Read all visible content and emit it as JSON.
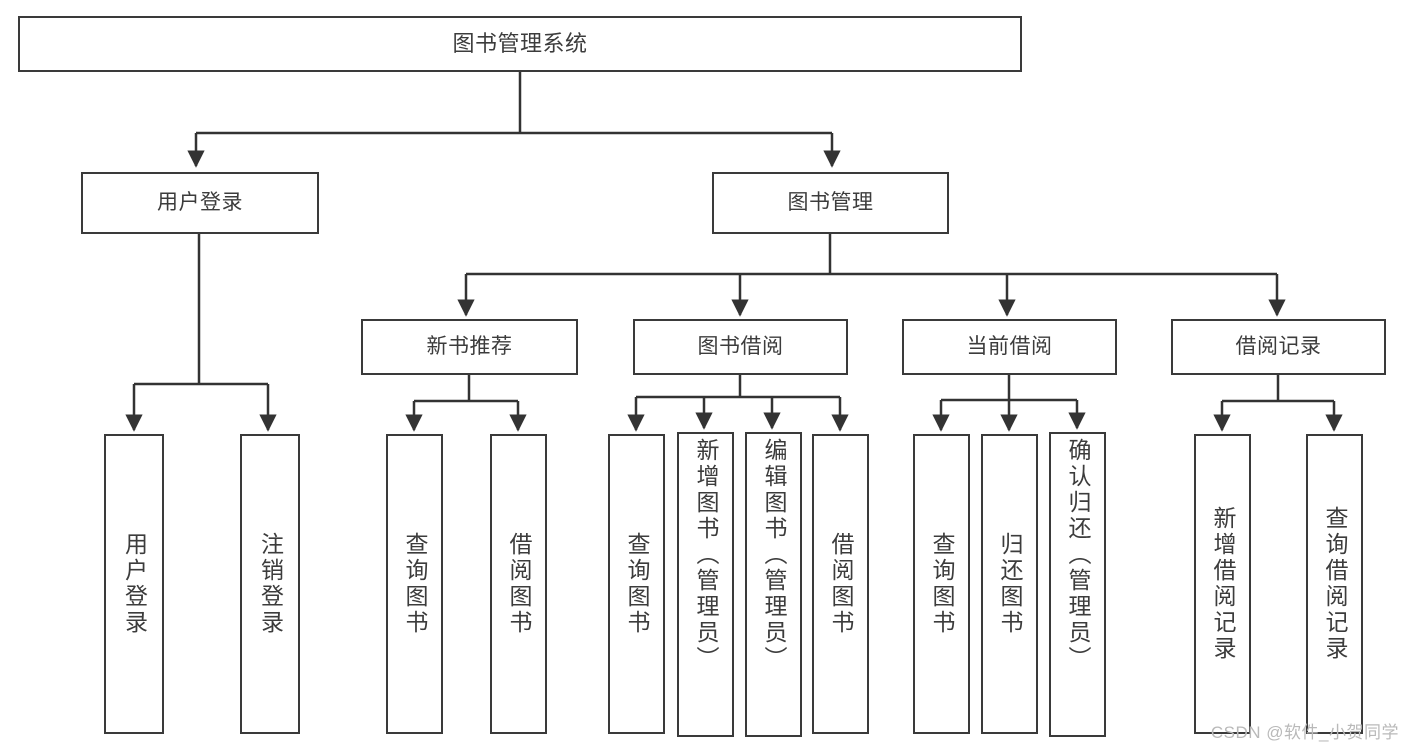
{
  "diagram": {
    "type": "tree",
    "title": "图书管理系统",
    "colors": {
      "background": "#ffffff",
      "node_border": "#3a3a3a",
      "node_fill": "#ffffff",
      "text": "#3c3c3c",
      "edge": "#333333",
      "watermark": "#b9b9b9"
    },
    "nodes": {
      "root": {
        "label": "图书管理系统"
      },
      "level1": [
        {
          "label": "用户登录"
        },
        {
          "label": "图书管理"
        }
      ],
      "level2": [
        {
          "label": "新书推荐"
        },
        {
          "label": "图书借阅"
        },
        {
          "label": "当前借阅"
        },
        {
          "label": "借阅记录"
        }
      ],
      "leaves": {
        "user_login": [
          {
            "label": "用户登录"
          },
          {
            "label": "注销登录"
          }
        ],
        "new_book_recommend": [
          {
            "label": "查询图书"
          },
          {
            "label": "借阅图书"
          }
        ],
        "book_borrow": [
          {
            "label": "查询图书"
          },
          {
            "label": "新增图书（管理员）"
          },
          {
            "label": "编辑图书（管理员）"
          },
          {
            "label": "借阅图书"
          }
        ],
        "current_borrow": [
          {
            "label": "查询图书"
          },
          {
            "label": "归还图书"
          },
          {
            "label": "确认归还（管理员）"
          }
        ],
        "borrow_record": [
          {
            "label": "新增借阅记录"
          },
          {
            "label": "查询借阅记录"
          }
        ]
      }
    }
  },
  "watermark": {
    "text": "CSDN @软件_小贺同学"
  }
}
